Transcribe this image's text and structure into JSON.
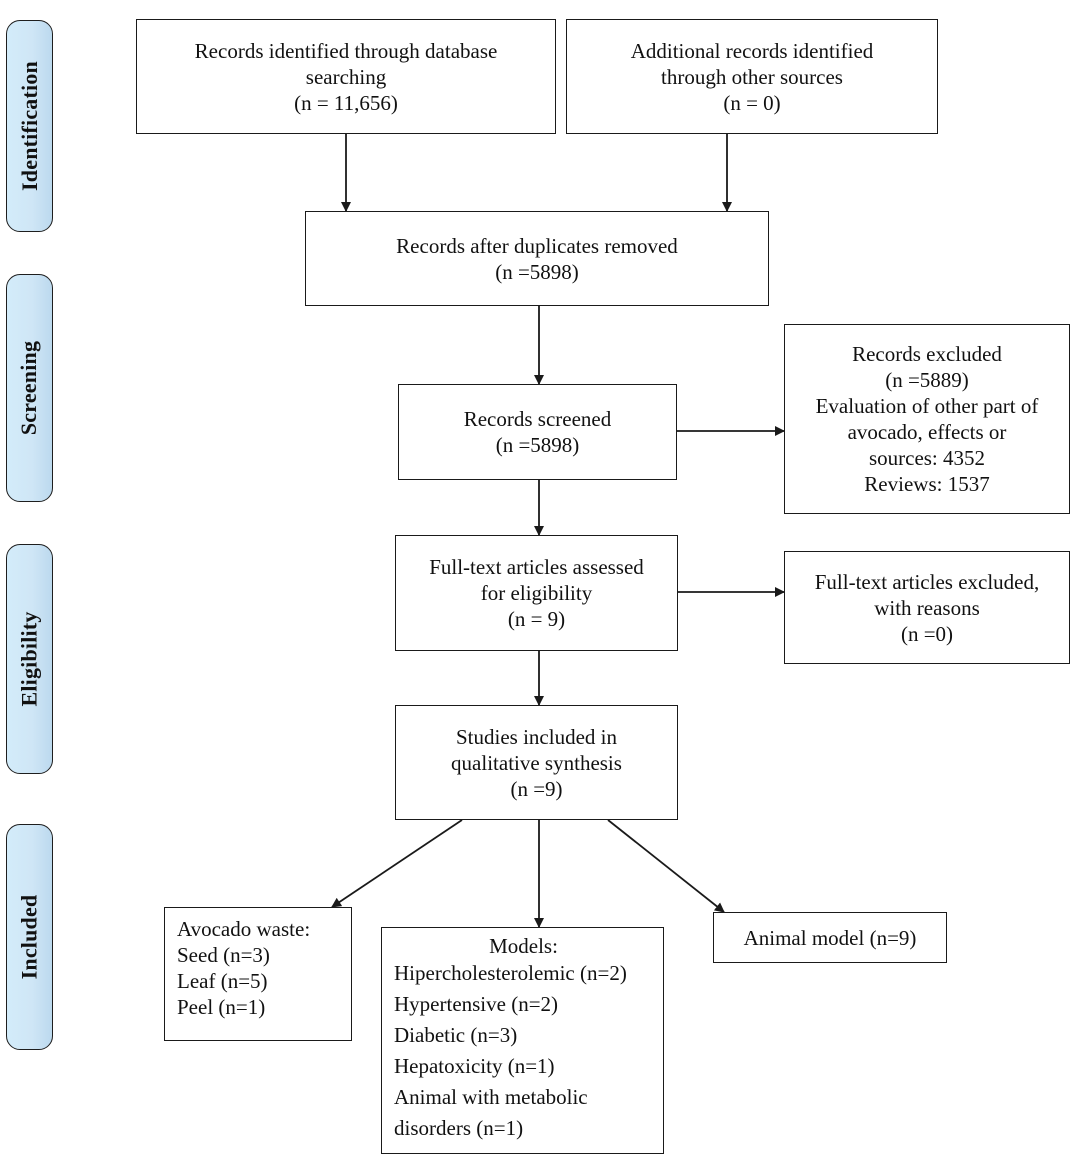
{
  "stages": {
    "identification": "Identification",
    "screening": "Screening",
    "eligibility": "Eligibility",
    "included": "Included"
  },
  "boxes": {
    "database_records": {
      "lines": [
        "Records identified through database",
        "searching",
        "(n = 11,656)"
      ]
    },
    "other_records": {
      "lines": [
        "Additional records identified",
        "through other sources",
        "(n = 0)"
      ]
    },
    "duplicates_removed": {
      "lines": [
        "Records after duplicates removed",
        "(n =5898)"
      ]
    },
    "records_screened": {
      "lines": [
        "Records screened",
        "(n =5898)"
      ]
    },
    "records_excluded": {
      "lines": [
        "Records excluded",
        "(n =5889)",
        "Evaluation of other part of",
        "avocado, effects or",
        "sources: 4352",
        "Reviews: 1537"
      ]
    },
    "fulltext_assessed": {
      "lines": [
        "Full-text articles assessed",
        "for eligibility",
        "(n = 9)"
      ]
    },
    "fulltext_excluded": {
      "lines": [
        "Full-text articles excluded,",
        "with reasons",
        "(n =0)"
      ]
    },
    "studies_included": {
      "lines": [
        "Studies included in",
        "qualitative synthesis",
        "(n =9)"
      ]
    },
    "avocado_waste": {
      "heading": "Avocado waste:",
      "lines": [
        "Seed (n=3)",
        "Leaf (n=5)",
        "Peel  (n=1)"
      ]
    },
    "models": {
      "heading": "Models:",
      "lines": [
        "Hipercholesterolemic (n=2)",
        "Hypertensive (n=2)",
        "Diabetic (n=3)",
        "Hepatoxicity (n=1)",
        "Animal with metabolic",
        "disorders (n=1)"
      ]
    },
    "animal_model": {
      "lines": [
        "Animal model (n=9)"
      ]
    }
  },
  "colors": {
    "stage_fill": "#cfe6f6",
    "stroke": "#1a1a1a",
    "text": "#111111"
  }
}
